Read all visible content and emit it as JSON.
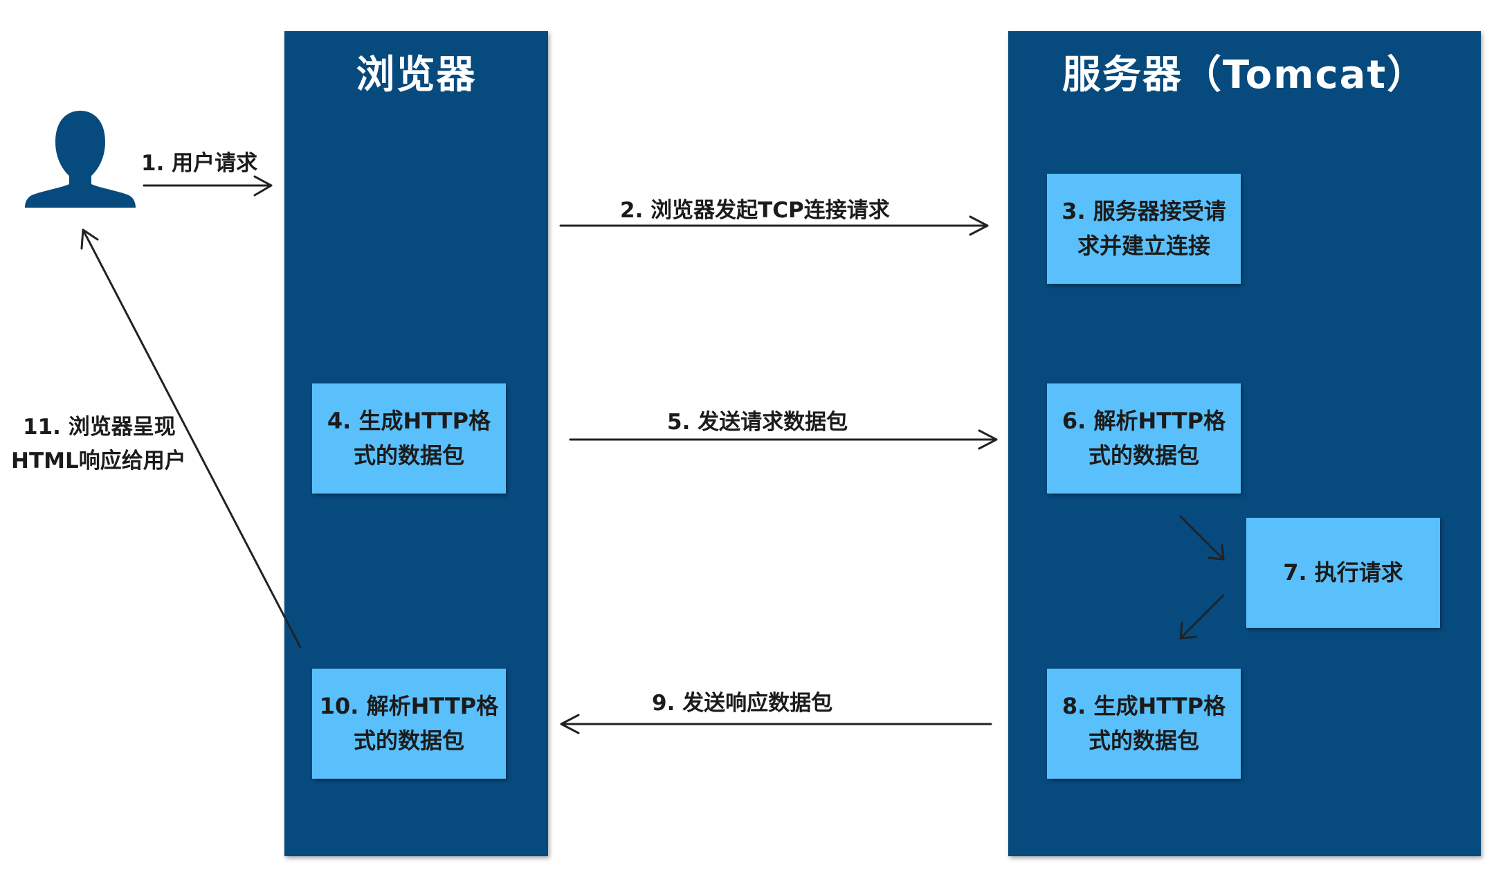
{
  "panels": {
    "browser_title": "浏览器",
    "server_title": "服务器（Tomcat）"
  },
  "boxes": {
    "step3": "3. 服务器接受请求并建立连接",
    "step4": "4. 生成HTTP格式的数据包",
    "step6": "6. 解析HTTP格式的数据包",
    "step7": "7. 执行请求",
    "step8": "8. 生成HTTP格式的数据包",
    "step10": "10. 解析HTTP格式的数据包"
  },
  "arrows": {
    "step1": "1. 用户请求",
    "step2": "2. 浏览器发起TCP连接请求",
    "step5": "5. 发送请求数据包",
    "step9": "9. 发送响应数据包",
    "step11_line1": "11. 浏览器呈现",
    "step11_line2": "HTML响应给用户"
  },
  "icons": {
    "user": "user-icon"
  },
  "colors": {
    "panel": "#074a7e",
    "box": "#5ac0fb",
    "text_light": "#ffffff",
    "text_dark": "#1b1b1b"
  }
}
